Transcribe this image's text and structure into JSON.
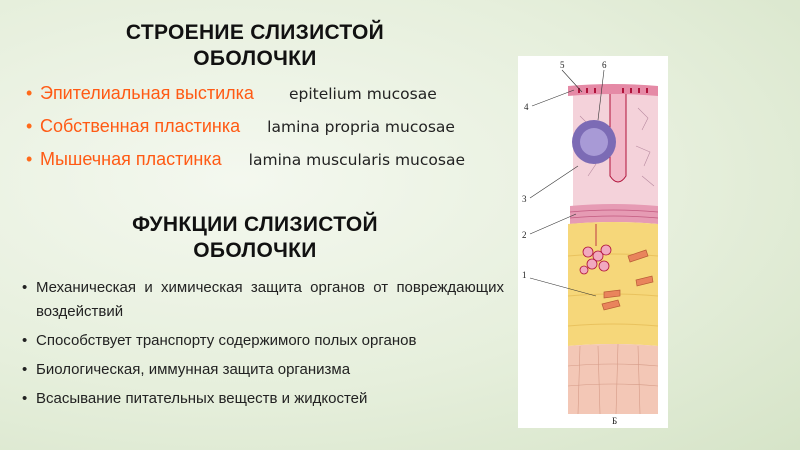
{
  "structure": {
    "title_line1": "СТРОЕНИЕ СЛИЗИСТОЙ",
    "title_line2": "ОБОЛОЧКИ",
    "items": [
      {
        "ru": "Эпителиальная выстилка",
        "lat": "epitelium mucosae"
      },
      {
        "ru": "Собственная пластинка",
        "lat": "lamina propria mucosae"
      },
      {
        "ru": "Мышечная пластинка",
        "lat": "lamina muscularis mucosae"
      }
    ]
  },
  "functions": {
    "title_line1": "ФУНКЦИИ СЛИЗИСТОЙ",
    "title_line2": "ОБОЛОЧКИ",
    "items": [
      "Механическая и химическая защита органов от повреждающих воздействий",
      "Способствует транспорту содержимого полых органов",
      "Биологическая, иммунная защита организма",
      "Всасывание питательных веществ и жидкостей"
    ]
  },
  "diagram": {
    "labels": [
      "1",
      "2",
      "3",
      "4",
      "5",
      "6"
    ],
    "caption": "Б"
  }
}
